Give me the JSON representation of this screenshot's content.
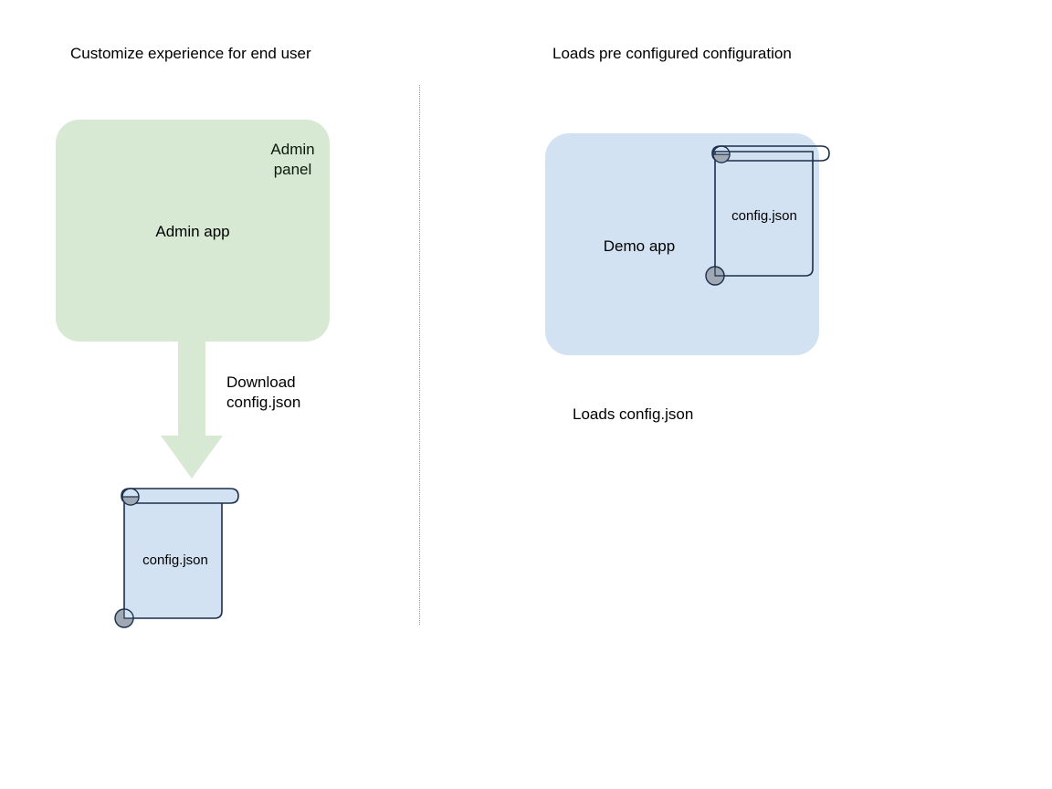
{
  "diagram": {
    "title_left": "Customize experience for end user",
    "title_right": "Loads pre configured configuration",
    "divider": {
      "style": "dotted",
      "color": "#9a9a9a"
    }
  },
  "left_panel": {
    "title": "Customize experience for end user",
    "app_box": {
      "label": "Admin app",
      "fill": "#d7e9d3"
    },
    "admin_panel": {
      "label": "Admin\npanel",
      "fill": "#63a council",
      "text_color": "#0b1a0b"
    },
    "arrow": {
      "label_line1": "Download",
      "label_line2": "config.json",
      "fill": "#d7e9d3",
      "direction": "down"
    },
    "document": {
      "label": "config.json",
      "fill": "#d3e2f3",
      "stroke": "#1c2f4a",
      "curl_fill": "#a0a8b4"
    }
  },
  "right_panel": {
    "title": "Loads pre configured configuration",
    "app_box": {
      "label": "Demo app",
      "fill": "#d3e2f3"
    },
    "document": {
      "label": "config.json",
      "fill": "transparent",
      "stroke": "#1c2f4a",
      "curl_fill": "#a0a8b4"
    },
    "caption": "Loads config.json"
  }
}
